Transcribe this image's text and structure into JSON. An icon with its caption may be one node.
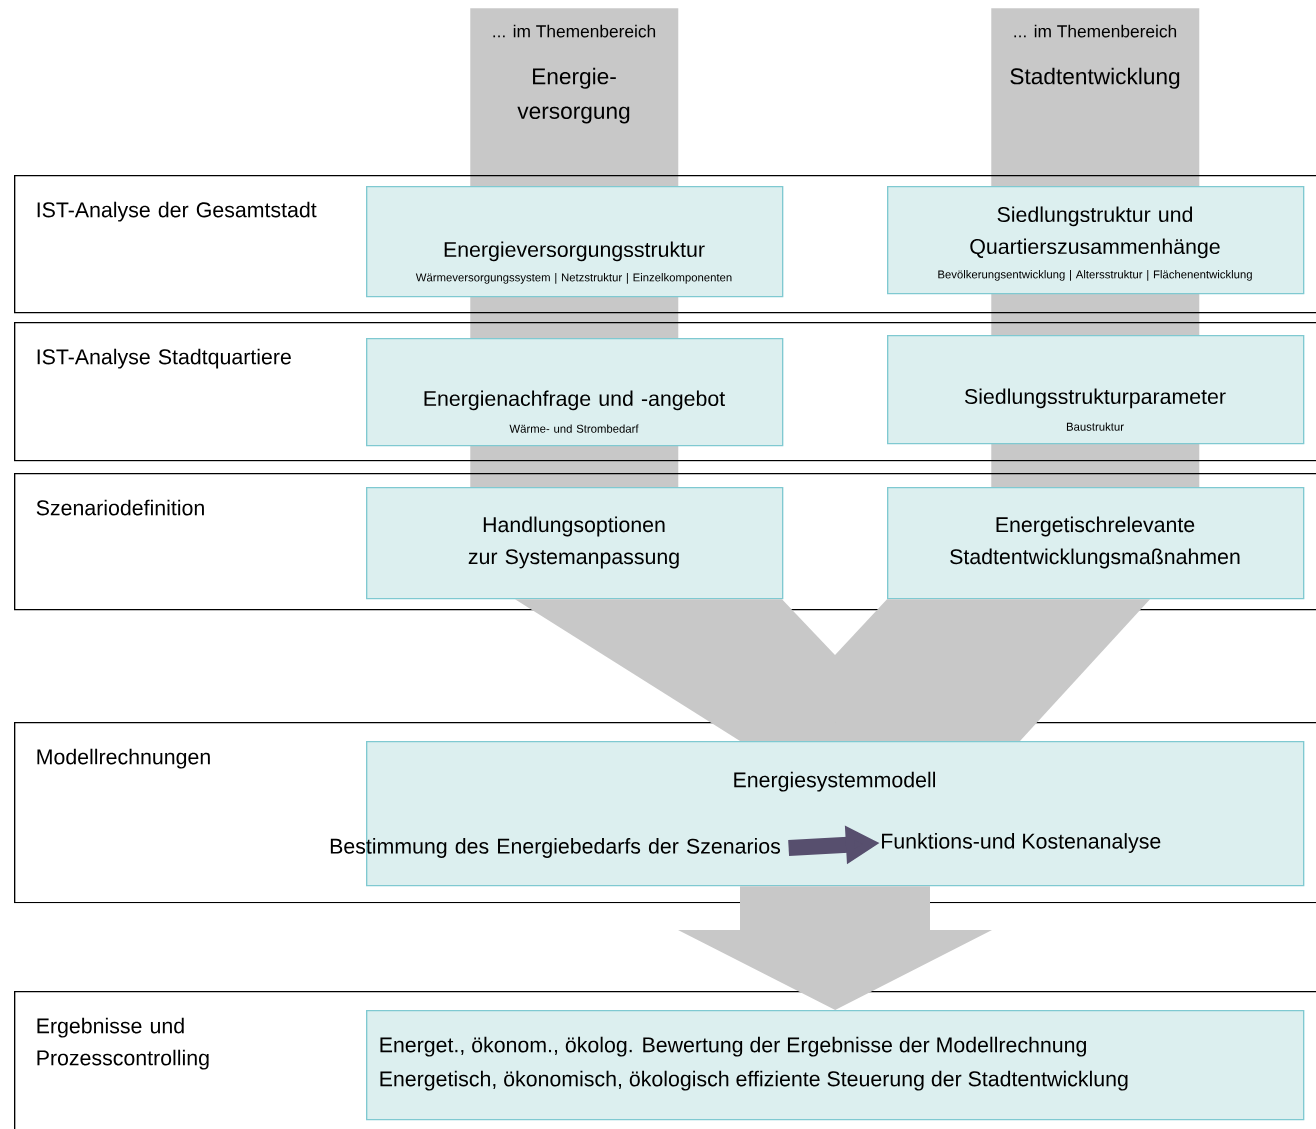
{
  "diagram": {
    "nodes": [
      {
        "text": [
          "... im Themenbereich",
          "Energie- versorgung"
        ]
      },
      {
        "text": [
          "... im Themenbereich",
          "Stadtentwicklung"
        ]
      },
      {
        "text": [
          "IST-Analyse der Gesamtstadt"
        ]
      },
      {
        "text": [
          "Energieversorgungsstruktur",
          "Wärmeversorgungssystem | Netzstruktur | Einzelkomponenten"
        ],
        "in": 2
      },
      {
        "text": [
          "Siedlungstruktur und Quartierszusammenhänge",
          "Bevölkerungsentwicklung | Altersstruktur | Flächenentwicklung"
        ],
        "in": 2
      },
      {
        "text": [
          "IST-Analyse Stadtquartiere"
        ]
      },
      {
        "text": [
          "Energienachfrage und -angebot",
          "Wärme- und Strombedarf"
        ],
        "in": 5
      },
      {
        "text": [
          "Siedlungsstrukturparameter",
          "Baustruktur"
        ],
        "in": 5
      },
      {
        "text": [
          "Szenariodefinition"
        ]
      },
      {
        "text": [
          "Handlungsoptionen zur Systemanpassung"
        ],
        "in": 8
      },
      {
        "text": [
          "Energetischrelevante Stadtentwicklungsmaßnahmen"
        ],
        "in": 8
      },
      {
        "text": [
          "Modellrechnungen"
        ]
      },
      {
        "text": [
          "Energiesystemmodell"
        ],
        "in": 11
      },
      {
        "text": [
          "Bestimmung des Energiebedarfs der Szenarios"
        ],
        "in": 12
      },
      {
        "text": [
          "Funktions-und Kostenanalyse"
        ],
        "in": 12
      },
      {
        "text": [
          "Ergebnisse und Prozesscontrolling"
        ]
      },
      {
        "text": [
          "Energet., ökonom., ökolog. Bewertung der Ergebnisse der Modellrechnung",
          "Energetisch, ökonomisch, ökologisch effiziente Steuerung der Stadtentwicklung"
        ],
        "in": 15
      }
    ],
    "edges": [
      {
        "from": 9,
        "to": 12,
        "arrow": "none"
      },
      {
        "from": 10,
        "to": 12,
        "arrow": "none"
      },
      {
        "from": 12,
        "to": 16,
        "arrow": "to"
      },
      {
        "from": 13,
        "to": 14,
        "arrow": "to",
        "color": "#574f6e"
      }
    ]
  }
}
